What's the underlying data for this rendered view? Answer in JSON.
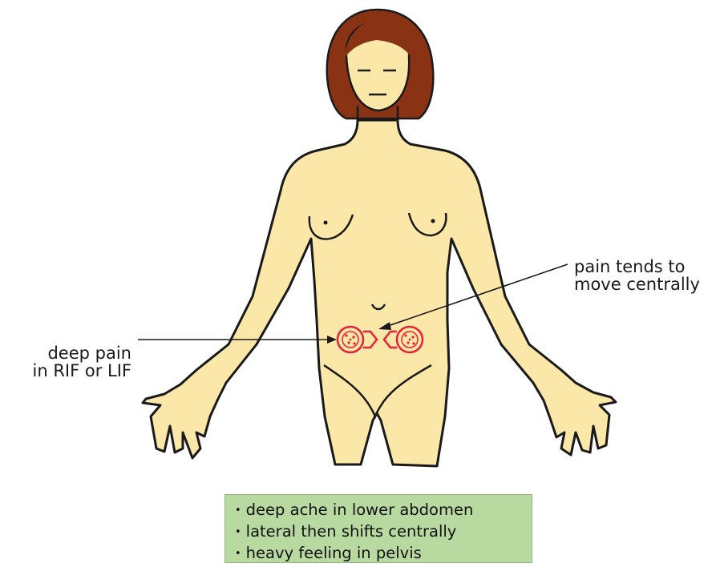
{
  "labels": {
    "left": [
      "deep pain",
      "in RIF or LIF"
    ],
    "right": [
      "pain tends to",
      "move centrally"
    ]
  },
  "summary": {
    "items": [
      "deep ache in lower abdomen",
      "lateral then shifts centrally",
      "heavy feeling in pelvis"
    ]
  },
  "colors": {
    "skin": "#fbe7a8",
    "hair": "#8a3314",
    "outline": "#1a1a1a",
    "pain": "#e8213a",
    "box": "#b8d9a0"
  }
}
